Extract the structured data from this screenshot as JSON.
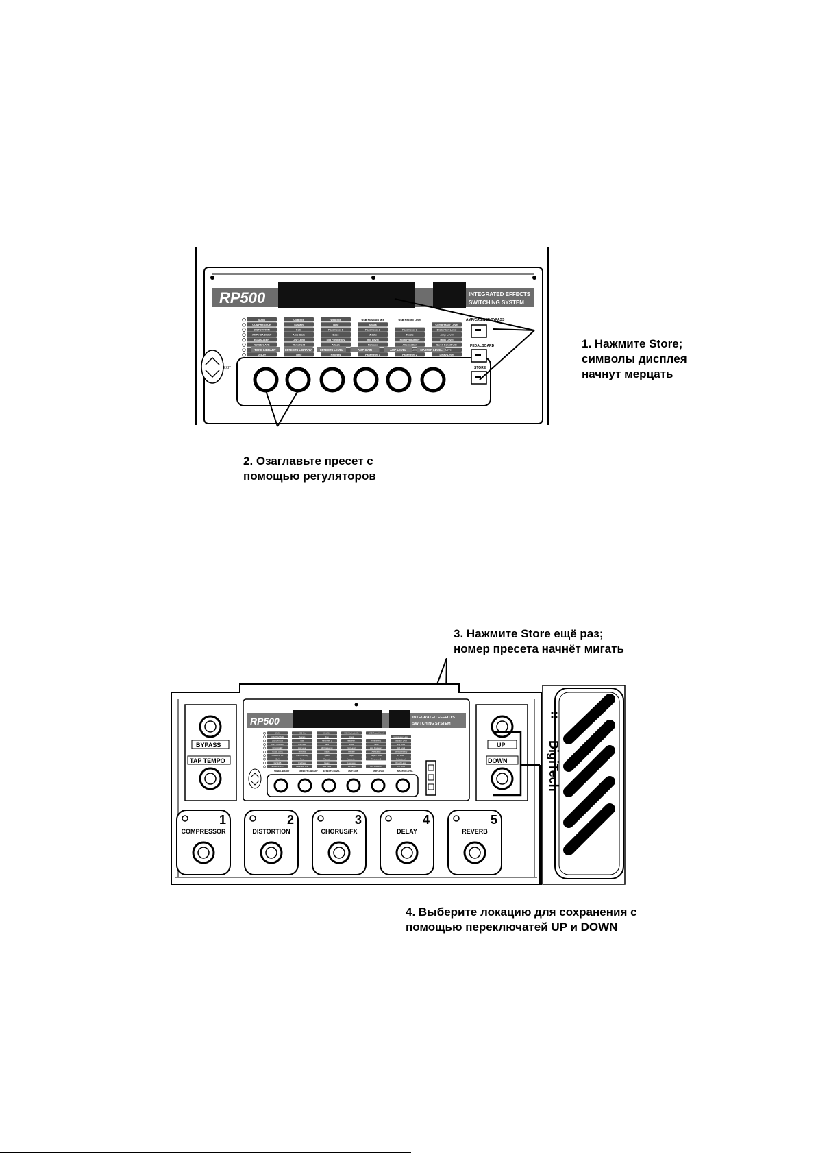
{
  "device": {
    "logo": "RP500",
    "panel_title_line1": "INTEGRATED EFFECTS",
    "panel_title_line2": "SWITCHING SYSTEM",
    "brand": "DigiTech"
  },
  "matrix": {
    "rows": [
      [
        "MAIN",
        "USB Mix",
        "Web Mix",
        "USB Playback Mix",
        "USB Record Level",
        ""
      ],
      [
        "COMPRESSOR",
        "Sustain",
        "Tone",
        "Attack",
        "",
        "Compressor Level"
      ],
      [
        "DISTORTION",
        "Gain",
        "Parameter 1",
        "Parameter 2",
        "Parameter 3",
        "Distortion Level"
      ],
      [
        "AMP / CABINET",
        "Amp Gain",
        "Bass",
        "Middle",
        "Treble",
        "Amp Level"
      ],
      [
        "EQUALIZER",
        "Low Level",
        "Mid Frequency",
        "Mid Level",
        "High Frequency",
        "High Level"
      ],
      [
        "NOISE GATE",
        "Threshold",
        "Attack",
        "Release",
        "Attenuation",
        "Swell Sensitivity"
      ],
      [
        "CHORUS / FX",
        "Pre / Post Amp",
        "Speed",
        "Depth",
        "Regen / Level",
        "FX Level"
      ],
      [
        "DELAY",
        "Time",
        "Repeats",
        "Parameter 1",
        "Parameter 2",
        "Delay Level"
      ],
      [
        "REVERB",
        "Pre Delay",
        "Decay",
        "Liveliness",
        "",
        "Reverb Level"
      ],
      [
        "EXPRESSION",
        "Parameter Link",
        "Heel Value",
        "Toe Value",
        "LFO Waveform",
        "LFO Level"
      ]
    ],
    "knob_labels": [
      "TONE LIBRARY",
      "EFFECTS LIBRARY",
      "EFFECTS LEVEL",
      "AMP GAIN",
      "AMP LEVEL",
      "MASTER LEVEL"
    ]
  },
  "buttons": {
    "amp_bypass": "AMP/CABINET BYPASS",
    "pedalboard": "PEDALBOARD",
    "store": "STORE",
    "exit": "EXIT"
  },
  "footswitches": {
    "bypass": "BYPASS",
    "tap_tempo": "TAP TEMPO",
    "up": "UP",
    "down": "DOWN",
    "numbered": [
      {
        "num": "1",
        "label": "COMPRESSOR"
      },
      {
        "num": "2",
        "label": "DISTORTION"
      },
      {
        "num": "3",
        "label": "CHORUS/FX"
      },
      {
        "num": "4",
        "label": "DELAY"
      },
      {
        "num": "5",
        "label": "REVERB"
      }
    ]
  },
  "callouts": {
    "step1": [
      "1. Нажмите Store;",
      "символы дисплея",
      "начнут мерцать"
    ],
    "step2": [
      "2. Озаглавьте пресет с",
      "помощью регуляторов"
    ],
    "step3": [
      "3. Нажмите Store ещё раз;",
      "номер пресета начнёт мигать"
    ],
    "step4": [
      "4. Выберите локацию для сохранения с",
      "помощью переключатей UP и DOWN"
    ]
  }
}
